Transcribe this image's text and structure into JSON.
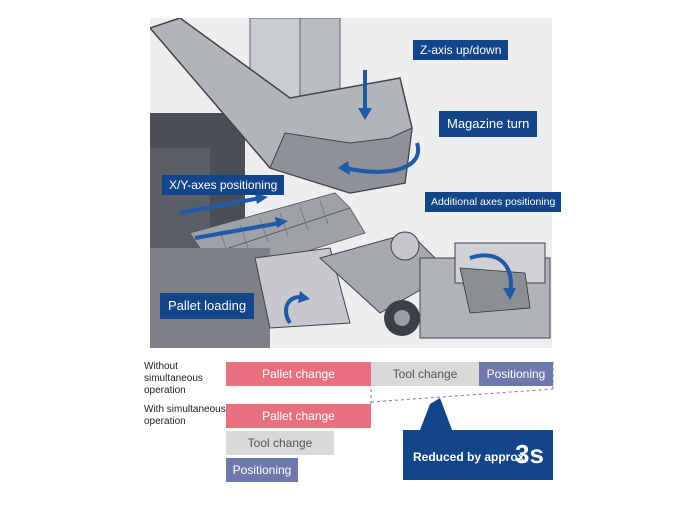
{
  "callouts": {
    "z_axis": "Z-axis up/down",
    "magazine_turn": "Magazine turn",
    "xy_axes": "X/Y-axes positioning",
    "additional_axes": "Additional axes positioning",
    "pallet_loading": "Pallet loading"
  },
  "timing": {
    "without_label": "Without simultaneous operation",
    "with_label": "With simultaneous operation",
    "pallet_change": "Pallet change",
    "tool_change": "Tool change",
    "positioning": "Positioning",
    "reduced_prefix": "Reduced by approx.",
    "reduced_value": "3s"
  },
  "colors": {
    "callout_blue": "#12458a",
    "pallet_pink": "#e9717f",
    "tool_gray": "#d9d9d9",
    "positioning_purple": "#6f78ad"
  }
}
